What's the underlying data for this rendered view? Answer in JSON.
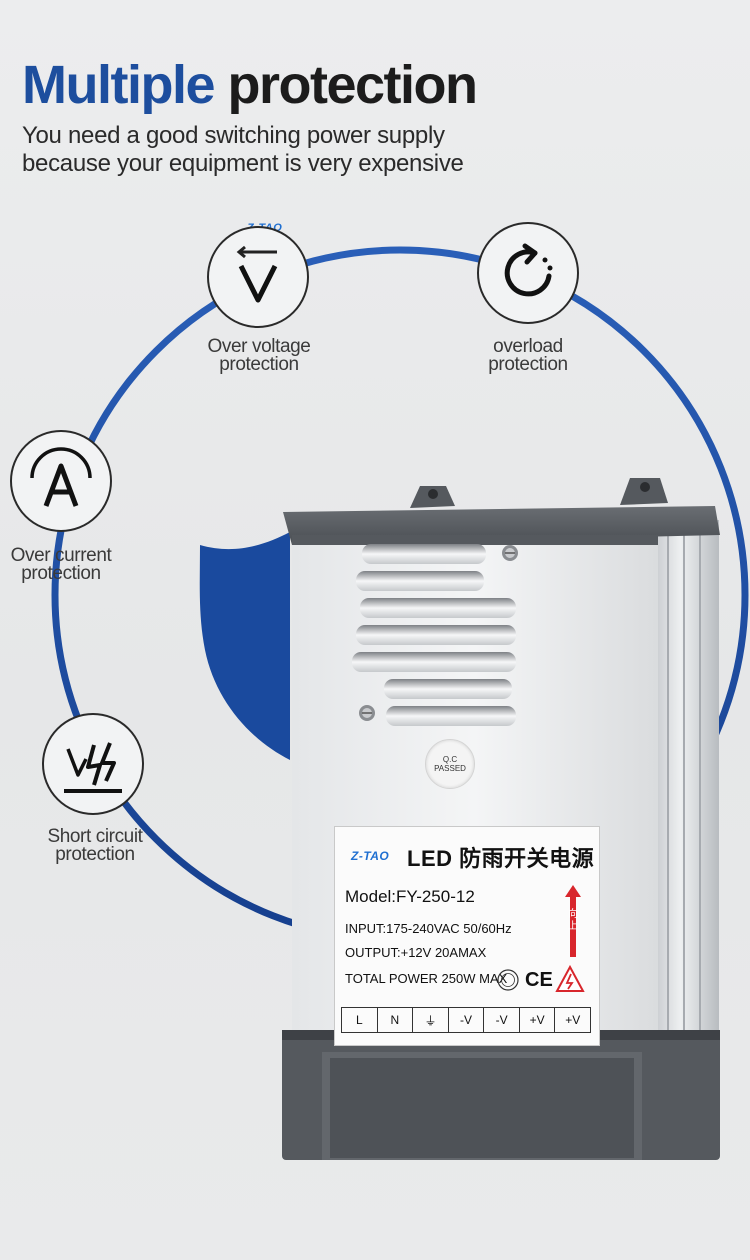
{
  "header": {
    "title_accent": "Multiple",
    "title_rest": "protection",
    "subtitle_line1": "You need a good switching power supply",
    "subtitle_line2": "because your equipment is very expensive"
  },
  "features": [
    {
      "id": "over-voltage",
      "label_line1": "Over voltage",
      "label_line2": "protection",
      "icon": "over-voltage-icon"
    },
    {
      "id": "overload",
      "label_line1": "overload",
      "label_line2": "protection",
      "icon": "overload-icon"
    },
    {
      "id": "over-current",
      "label_line1": "Over current",
      "label_line2": "protection",
      "icon": "over-current-icon"
    },
    {
      "id": "short-circuit",
      "label_line1": "Short circuit",
      "label_line2": "protection",
      "icon": "short-circuit-icon"
    }
  ],
  "brand_watermark": "Z-TAO",
  "product": {
    "qc_line1": "Q.C",
    "qc_line2": "PASSED",
    "label": {
      "brand": "Z-TAO",
      "title": "LED 防雨开关电源",
      "model": "Model:FY-250-12",
      "input": "INPUT:175-240VAC 50/60Hz",
      "output": "OUTPUT:+12V 20AMAX",
      "total_power": "TOTAL POWER 250W MAX",
      "ce_mark": "CE",
      "arrow_text_line1": "向",
      "arrow_text_line2": "上",
      "terminals": [
        "L",
        "N",
        "⏚",
        "-V",
        "-V",
        "+V",
        "+V"
      ]
    }
  },
  "colors": {
    "accent_blue": "#1d4e9e",
    "ring_blue": "#1b4fa8",
    "brand_blue": "#1f6fd1",
    "warning_red": "#d8262c"
  }
}
